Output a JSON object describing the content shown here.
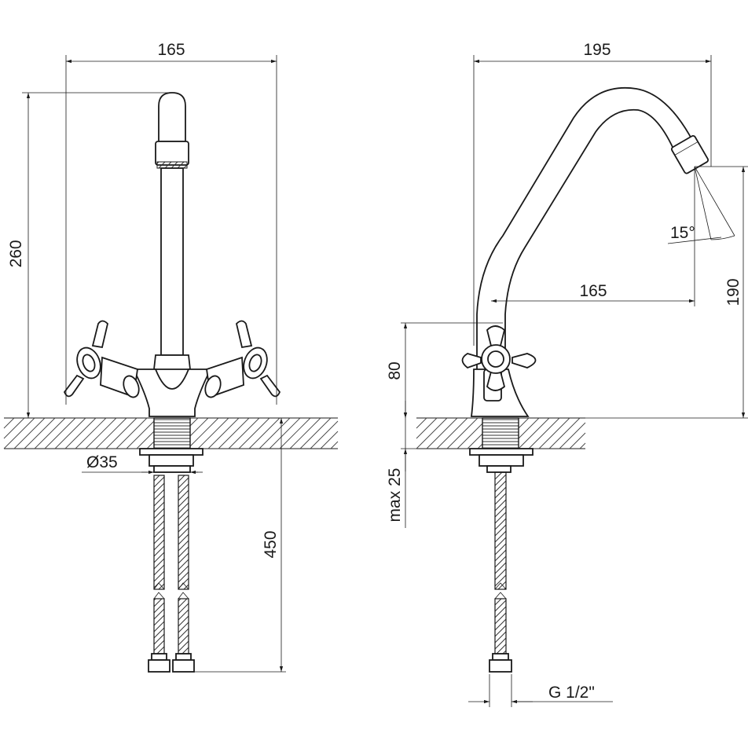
{
  "front_view": {
    "width_label": "165",
    "height_label": "260",
    "diameter_label": "Ø35",
    "hose_label": "450"
  },
  "side_view": {
    "reach_label": "195",
    "spout_reach_label": "165",
    "angle_label": "15°",
    "spout_height_label": "190",
    "valve_height_label": "80",
    "thickness_label": "max 25",
    "thread_label": "G 1/2\""
  }
}
